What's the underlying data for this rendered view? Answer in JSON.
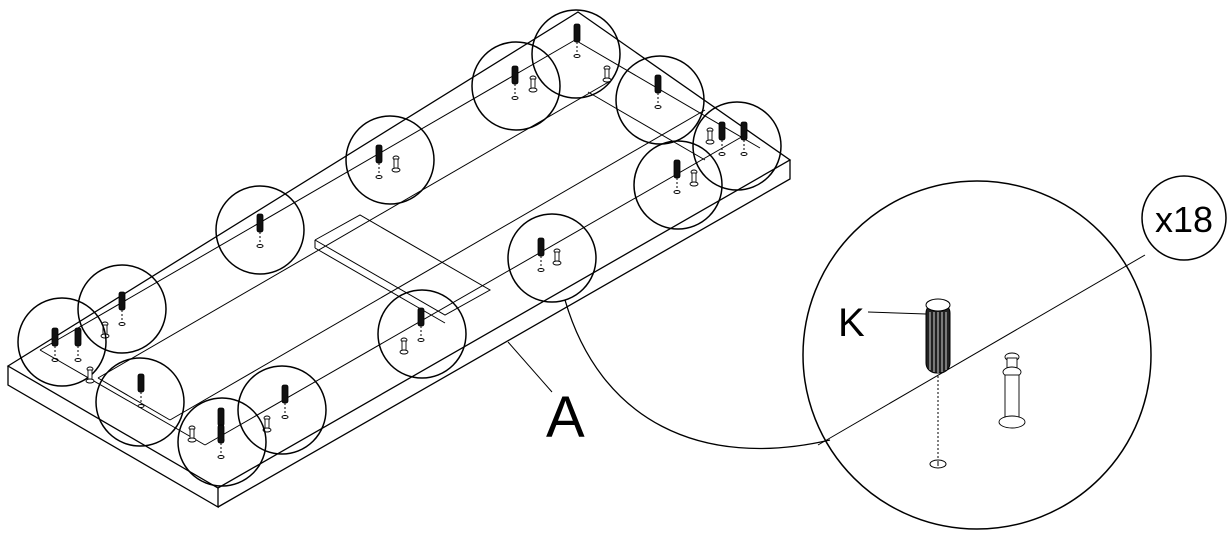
{
  "diagram": {
    "part_label": "A",
    "dowel_label": "K",
    "quantity_label": "x18",
    "colors": {
      "line": "#000000",
      "background": "#ffffff"
    },
    "icons": [
      "dowel-icon",
      "cam-bolt-icon"
    ]
  }
}
